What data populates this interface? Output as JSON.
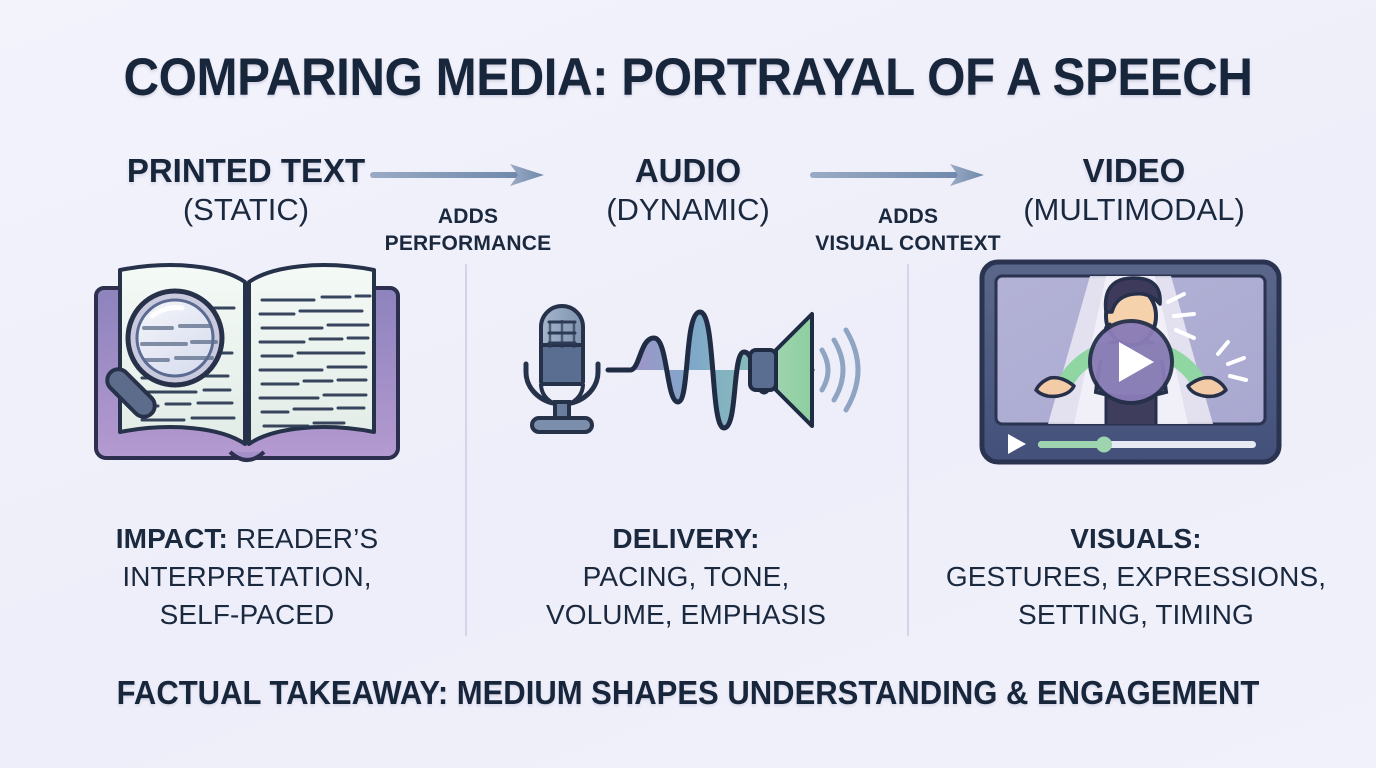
{
  "page": {
    "title": "COMPARING MEDIA: PORTRAYAL OF A SPEECH",
    "background_color": "#f1f1fb",
    "text_color": "#1b293f"
  },
  "columns": [
    {
      "id": "printed-text",
      "heading": "PRINTED TEXT",
      "subheading": "(STATIC)",
      "illustration": "open-book-with-magnifier-icon",
      "caption_lead": "IMPACT:",
      "caption_rest": " READER’S\nINTERPRETATION,\nSELF-PACED"
    },
    {
      "id": "audio",
      "heading": "AUDIO",
      "subheading": "(DYNAMIC)",
      "illustration": "microphone-waveform-speaker-icon",
      "caption_lead": "DELIVERY:",
      "caption_rest": "\nPACING, TONE,\nVOLUME, EMPHASIS"
    },
    {
      "id": "video",
      "heading": "VIDEO",
      "subheading": "(MULTIMODAL)",
      "illustration": "video-player-speaker-icon",
      "caption_lead": "VISUALS:",
      "caption_rest": "\nGESTURES, EXPRESSIONS,\nSETTING, TIMING"
    }
  ],
  "arrows": [
    {
      "id": "arrow-adds-performance",
      "label": "ADDS\nPERFORMANCE",
      "color": "#7d93b4"
    },
    {
      "id": "arrow-adds-visual-context",
      "label": "ADDS\nVISUAL CONTEXT",
      "color": "#7d93b4"
    }
  ],
  "footer": {
    "lead": "FACTUAL TAKEAWAY:",
    "rest": " MEDIUM SHAPES UNDERSTANDING & ENGAGEMENT"
  },
  "palette": {
    "ink": "#233044",
    "book_cover": "#9b8cc4",
    "page_fill": "#eef5f0",
    "mic_body": "#8fa3bd",
    "mic_base": "#5a6e91",
    "wave_purple": "#a78bc4",
    "wave_blue": "#7fa8c9",
    "wave_green": "#8fd1a8",
    "screen_frame": "#4b5878",
    "screen_bg": "#b9b7d8",
    "shirt_green": "#8fd6a2",
    "play_button": "#8a7cb8",
    "progress_fill": "#9ed5b0"
  }
}
